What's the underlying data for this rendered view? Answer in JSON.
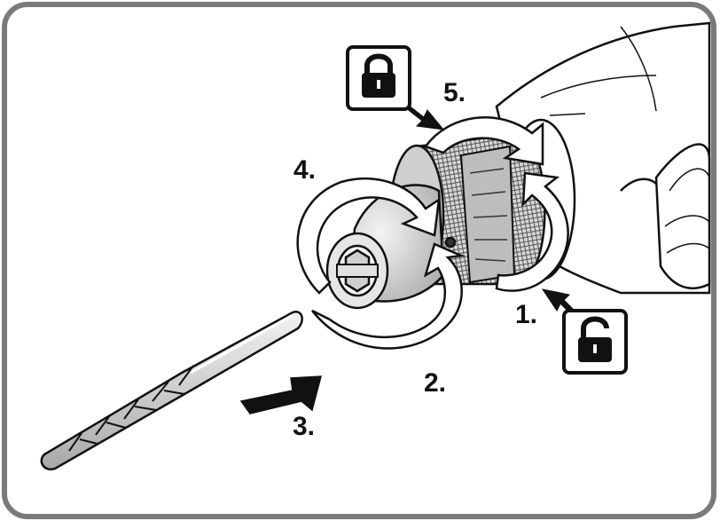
{
  "steps": {
    "one": "1.",
    "two": "2.",
    "three": "3.",
    "four": "4.",
    "five": "5."
  },
  "icons": {
    "lock_top": "lock-closed-icon",
    "lock_bottom": "lock-open-icon"
  },
  "colors": {
    "stroke": "#111111",
    "frame": "#7a7a7a",
    "fill_light": "#ececec",
    "fill_mid": "#cfcfcf",
    "fill_dark": "#9a9a9a"
  }
}
